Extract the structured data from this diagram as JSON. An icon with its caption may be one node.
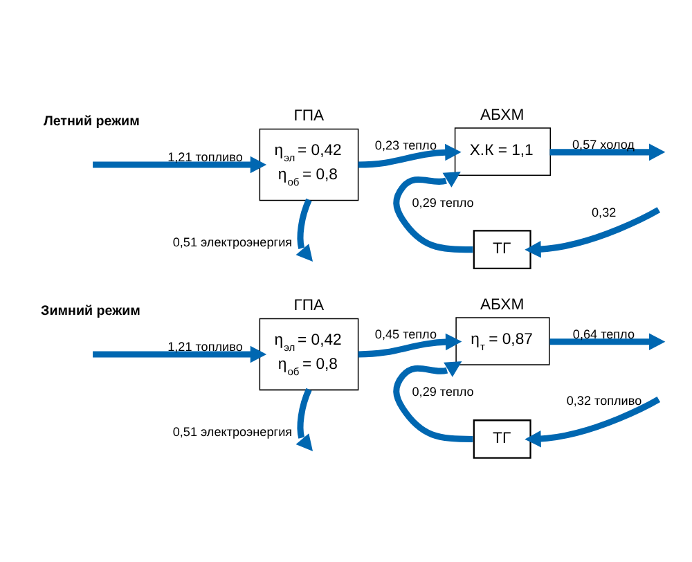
{
  "diagram": {
    "nodes": [
      {
        "text": [
          "ГПА",
          "η$_{эл}$ = 0,42",
          "η$_{об}$ = 0,8"
        ]
      },
      {
        "text": [
          "АБХМ",
          "Х.К = 1,1"
        ]
      },
      {
        "text": [
          "ТГ"
        ]
      },
      {
        "text": [
          "ГПА",
          "η$_{эл}$ = 0,42",
          "η$_{об}$ = 0,8"
        ]
      },
      {
        "text": [
          "АБХМ",
          "η$_{т}$ = 0,87"
        ]
      },
      {
        "text": [
          "ТГ"
        ]
      }
    ],
    "edges": [
      {
        "from": null,
        "to": 0,
        "arrow": "to",
        "label": "1,21 топливо"
      },
      {
        "from": 0,
        "to": null,
        "arrow": "to",
        "label": "0,51 электроэнергия"
      },
      {
        "from": 0,
        "to": 1,
        "arrow": "to",
        "label": "0,23 тепло"
      },
      {
        "from": 1,
        "to": null,
        "arrow": "to",
        "label": "0,57 холод"
      },
      {
        "from": null,
        "to": 2,
        "arrow": "to",
        "label": "0,32"
      },
      {
        "from": 2,
        "to": 1,
        "arrow": "to",
        "label": "0,29 тепло"
      },
      {
        "from": null,
        "to": 3,
        "arrow": "to",
        "label": "1,21 топливо"
      },
      {
        "from": 3,
        "to": null,
        "arrow": "to",
        "label": "0,51 электроэнергия"
      },
      {
        "from": 3,
        "to": 4,
        "arrow": "to",
        "label": "0,45 тепло"
      },
      {
        "from": 4,
        "to": null,
        "arrow": "to",
        "label": "0,64 тепло"
      },
      {
        "from": null,
        "to": 5,
        "arrow": "to",
        "label": "0,32 топливо"
      },
      {
        "from": 5,
        "to": 4,
        "arrow": "to",
        "label": "0,29 тепло"
      }
    ],
    "labels": [
      "Летний режим",
      "Зимний режим"
    ]
  }
}
